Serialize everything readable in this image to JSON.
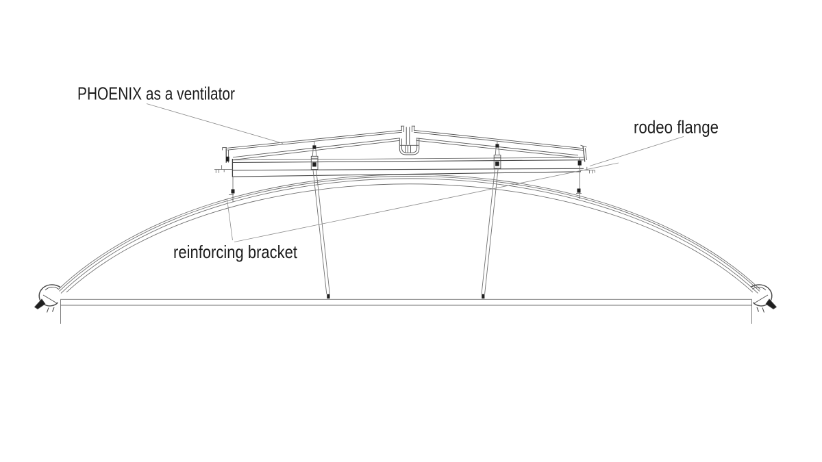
{
  "drawing": {
    "colors": {
      "background": "#ffffff",
      "line": "#6f6f6f",
      "medium": "#4a4a4a",
      "dark": "#1f1f1f",
      "leader": "#8a8a8a",
      "text": "#1c1c1c"
    },
    "labels": {
      "ventilator": "PHOENIX as a ventilator",
      "flange": "rodeo flange",
      "bracket": "reinforcing bracket"
    }
  }
}
